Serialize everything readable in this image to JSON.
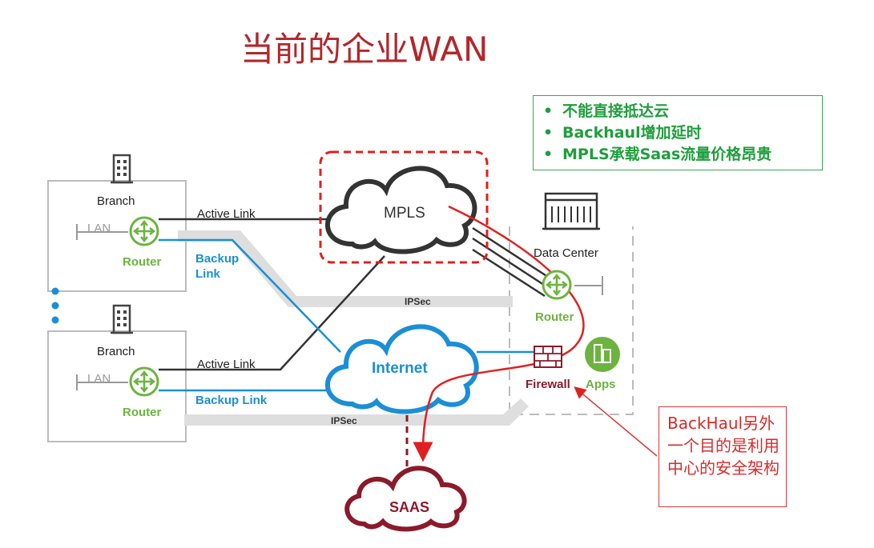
{
  "title": "当前的企业WAN",
  "callouts": {
    "issues": [
      "不能直接抵达云",
      "Backhaul增加延时",
      "MPLS承载Saas流量价格昂贵"
    ],
    "backhaul_note": "BackHaul另外一个目的是利用中心的安全架构"
  },
  "branch_top": {
    "label": "Branch",
    "lan": "LAN",
    "router": "Router"
  },
  "branch_bottom": {
    "label": "Branch",
    "lan": "LAN",
    "router": "Router"
  },
  "links": {
    "active_top": "Active Link",
    "backup_top": "Backup Link",
    "active_bottom": "Active Link",
    "backup_bottom": "Backup Link",
    "ipsec_top": "IPSec",
    "ipsec_bottom": "IPSec"
  },
  "clouds": {
    "mpls": "MPLS",
    "internet": "Internet",
    "saas": "SAAS"
  },
  "data_center": {
    "label": "Data Center",
    "router": "Router",
    "firewall": "Firewall",
    "apps": "Apps"
  },
  "colors": {
    "title": "#b3262b",
    "green": "#6cb33f",
    "blue": "#1a8fd6",
    "red": "#e02020",
    "saas": "#8b1a2b"
  },
  "icons": [
    "building-icon",
    "data-center-icon",
    "router-icon",
    "firewall-icon",
    "apps-icon"
  ]
}
